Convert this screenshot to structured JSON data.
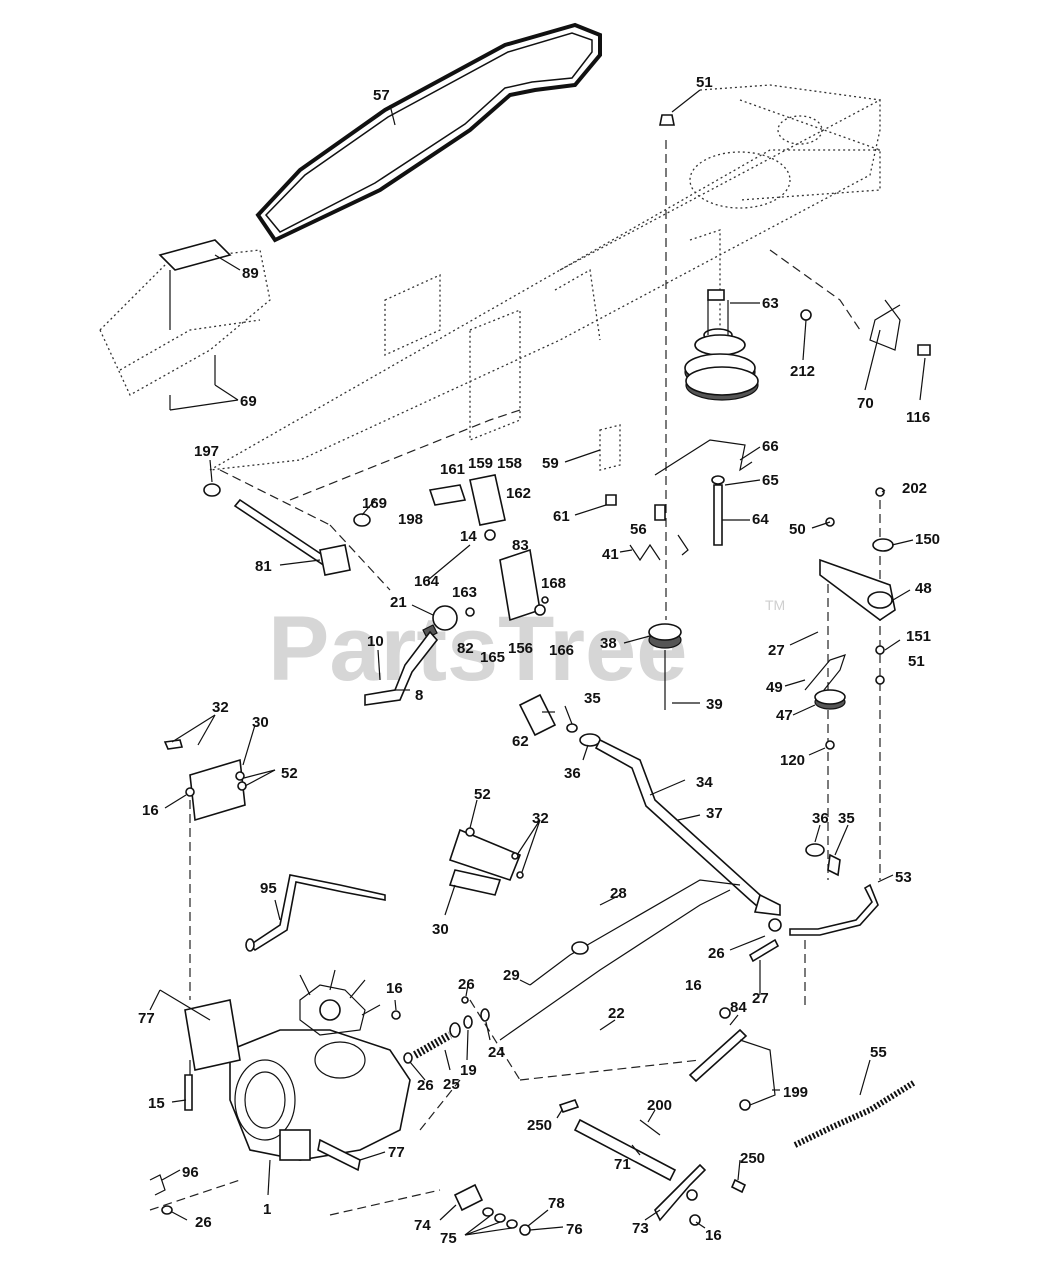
{
  "watermark": {
    "text": "PartsTree",
    "tm": "TM"
  },
  "labels": [
    {
      "id": "57",
      "text": "57"
    },
    {
      "id": "51a",
      "text": "51"
    },
    {
      "id": "89",
      "text": "89"
    },
    {
      "id": "63",
      "text": "63"
    },
    {
      "id": "212",
      "text": "212"
    },
    {
      "id": "70",
      "text": "70"
    },
    {
      "id": "116",
      "text": "116"
    },
    {
      "id": "69",
      "text": "69"
    },
    {
      "id": "197",
      "text": "197"
    },
    {
      "id": "161",
      "text": "161"
    },
    {
      "id": "159",
      "text": "159"
    },
    {
      "id": "158",
      "text": "158"
    },
    {
      "id": "66",
      "text": "66"
    },
    {
      "id": "59",
      "text": "59"
    },
    {
      "id": "65",
      "text": "65"
    },
    {
      "id": "202",
      "text": "202"
    },
    {
      "id": "169",
      "text": "169"
    },
    {
      "id": "162",
      "text": "162"
    },
    {
      "id": "198",
      "text": "198"
    },
    {
      "id": "61",
      "text": "61"
    },
    {
      "id": "56",
      "text": "56"
    },
    {
      "id": "64",
      "text": "64"
    },
    {
      "id": "50",
      "text": "50"
    },
    {
      "id": "150",
      "text": "150"
    },
    {
      "id": "81",
      "text": "81"
    },
    {
      "id": "14",
      "text": "14"
    },
    {
      "id": "83",
      "text": "83"
    },
    {
      "id": "41",
      "text": "41"
    },
    {
      "id": "164",
      "text": "164"
    },
    {
      "id": "168",
      "text": "168"
    },
    {
      "id": "48",
      "text": "48"
    },
    {
      "id": "163",
      "text": "163"
    },
    {
      "id": "21",
      "text": "21"
    },
    {
      "id": "82",
      "text": "82"
    },
    {
      "id": "156",
      "text": "156"
    },
    {
      "id": "38",
      "text": "38"
    },
    {
      "id": "165",
      "text": "165"
    },
    {
      "id": "166",
      "text": "166"
    },
    {
      "id": "27a",
      "text": "27"
    },
    {
      "id": "151",
      "text": "151"
    },
    {
      "id": "10",
      "text": "10"
    },
    {
      "id": "51b",
      "text": "51"
    },
    {
      "id": "8",
      "text": "8"
    },
    {
      "id": "49",
      "text": "49"
    },
    {
      "id": "35a",
      "text": "35"
    },
    {
      "id": "39",
      "text": "39"
    },
    {
      "id": "32a",
      "text": "32"
    },
    {
      "id": "47",
      "text": "47"
    },
    {
      "id": "30a",
      "text": "30"
    },
    {
      "id": "62",
      "text": "62"
    },
    {
      "id": "52a",
      "text": "52"
    },
    {
      "id": "36a",
      "text": "36"
    },
    {
      "id": "120",
      "text": "120"
    },
    {
      "id": "34",
      "text": "34"
    },
    {
      "id": "16a",
      "text": "16"
    },
    {
      "id": "52b",
      "text": "52"
    },
    {
      "id": "37",
      "text": "37"
    },
    {
      "id": "32b",
      "text": "32"
    },
    {
      "id": "36b",
      "text": "36"
    },
    {
      "id": "35b",
      "text": "35"
    },
    {
      "id": "53",
      "text": "53"
    },
    {
      "id": "95",
      "text": "95"
    },
    {
      "id": "28",
      "text": "28"
    },
    {
      "id": "30b",
      "text": "30"
    },
    {
      "id": "26a",
      "text": "26"
    },
    {
      "id": "29",
      "text": "29"
    },
    {
      "id": "27b",
      "text": "27"
    },
    {
      "id": "16b",
      "text": "16"
    },
    {
      "id": "84",
      "text": "84"
    },
    {
      "id": "77a",
      "text": "77"
    },
    {
      "id": "26b",
      "text": "26"
    },
    {
      "id": "22",
      "text": "22"
    },
    {
      "id": "16c",
      "text": "16"
    },
    {
      "id": "55",
      "text": "55"
    },
    {
      "id": "24",
      "text": "24"
    },
    {
      "id": "26c",
      "text": "26"
    },
    {
      "id": "25",
      "text": "25"
    },
    {
      "id": "19",
      "text": "19"
    },
    {
      "id": "199",
      "text": "199"
    },
    {
      "id": "15",
      "text": "15"
    },
    {
      "id": "200",
      "text": "200"
    },
    {
      "id": "250a",
      "text": "250"
    },
    {
      "id": "77b",
      "text": "77"
    },
    {
      "id": "71",
      "text": "71"
    },
    {
      "id": "250b",
      "text": "250"
    },
    {
      "id": "96",
      "text": "96"
    },
    {
      "id": "1",
      "text": "1"
    },
    {
      "id": "26d",
      "text": "26"
    },
    {
      "id": "78",
      "text": "78"
    },
    {
      "id": "74",
      "text": "74"
    },
    {
      "id": "73",
      "text": "73"
    },
    {
      "id": "16d",
      "text": "16"
    },
    {
      "id": "76",
      "text": "76"
    },
    {
      "id": "75",
      "text": "75"
    }
  ]
}
